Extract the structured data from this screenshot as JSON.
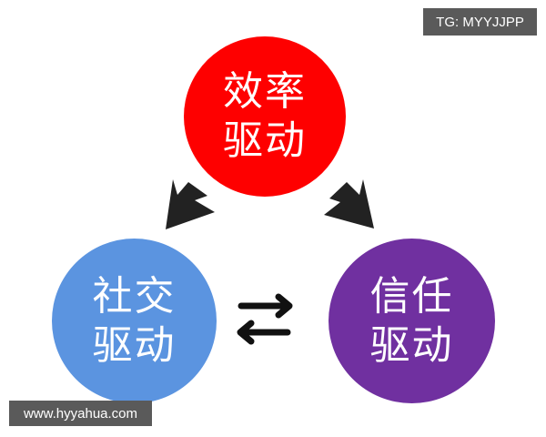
{
  "diagram": {
    "nodes": [
      {
        "id": "efficiency",
        "line1": "效率",
        "line2": "驱动",
        "color": "#fe0000"
      },
      {
        "id": "social",
        "line1": "社交",
        "line2": "驱动",
        "color": "#5b94e0"
      },
      {
        "id": "trust",
        "line1": "信任",
        "line2": "驱动",
        "color": "#7030a0"
      }
    ],
    "edges": [
      {
        "from": "efficiency",
        "to": "social",
        "style": "curved-arrow"
      },
      {
        "from": "efficiency",
        "to": "trust",
        "style": "curved-arrow"
      },
      {
        "from": "social",
        "to": "trust",
        "style": "bidirectional-arrows"
      }
    ],
    "arrow_color": "#222222"
  },
  "watermarks": {
    "top_right": "TG: MYYJJPP",
    "bottom_left": "www.hyyahua.com"
  }
}
